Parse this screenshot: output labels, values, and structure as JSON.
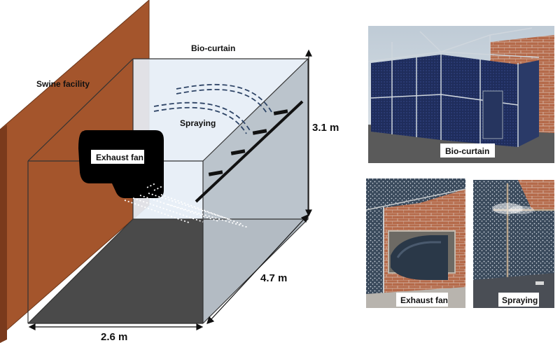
{
  "diagram": {
    "swine_facility": "Swine facility",
    "bio_curtain": "Bio-curtain",
    "spraying": "Spraying",
    "exhaust_fan": "Exhaust fan",
    "height": "3.1 m",
    "depth": "4.7 m",
    "width": "2.6 m"
  },
  "photos": {
    "bio_curtain": "Bio-curtain",
    "exhaust_fan": "Exhaust fan",
    "spraying": "Spraying"
  },
  "colors": {
    "wall": "#a4552c",
    "wall_dark": "#7a3a1c",
    "curtain_back": "#e6eef6",
    "curtain_side": "#b8c1c9",
    "floor": "#4a4a4a",
    "spray_lines": "#2e4466",
    "curtain_fabric": "#1f2d5c"
  }
}
